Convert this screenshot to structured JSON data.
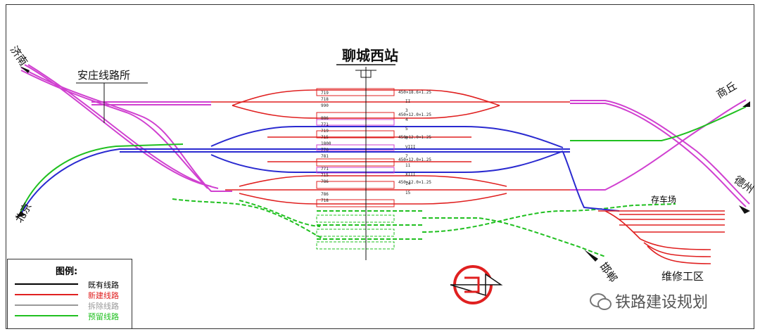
{
  "title": "聊城西站",
  "places": {
    "jinan": "济南",
    "beijing": "北京",
    "shangqiu": "商丘",
    "weihai": "维修工区",
    "handan": "邯郸",
    "dezhou": "德州",
    "cunche": "存车场",
    "anzhuang": "安庄线路所"
  },
  "legend": {
    "heading": "图例:",
    "items": [
      {
        "label": "既有线路",
        "color": "#000000"
      },
      {
        "label": "新建线路",
        "color": "#e02020"
      },
      {
        "label": "拆除线路",
        "color": "#999999"
      },
      {
        "label": "预留线路",
        "color": "#20c020"
      }
    ]
  },
  "watermark": "铁路建设规划",
  "colors": {
    "existing": "#000000",
    "new": "#e02020",
    "removed": "#999999",
    "reserved": "#20c020",
    "blue": "#2a2ad0",
    "magenta": "#d040d0"
  },
  "track_labels": {
    "left": [
      "719",
      "718",
      "990",
      "",
      "886",
      "771",
      "719",
      "715",
      "1800",
      "770",
      "781",
      "",
      "771",
      "715",
      "786",
      "",
      "786",
      "718"
    ],
    "right": [
      "II",
      "3",
      "4",
      "5",
      "6",
      "VIII",
      "7",
      "11",
      "XIII",
      "14",
      "15"
    ],
    "platforms": [
      "450×18.6×1.25",
      "450×12.0×1.25",
      "450×12.0×1.25",
      "450×12.0×1.25",
      "450×12.0×1.25"
    ]
  }
}
